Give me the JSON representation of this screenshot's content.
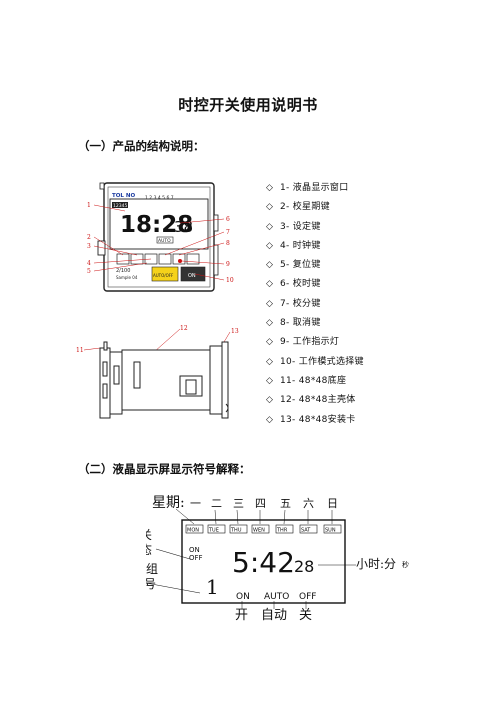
{
  "title": "时控开关使用说明书",
  "section1_heading": "（一）产品的结构说明：",
  "section2_heading": "（二）液晶显示屏显示符号解释：",
  "device": {
    "brand": "TOL NO",
    "lcd_top_label": "12345",
    "lcd_weekdays": "1 2 3 4 5 6 7",
    "lcd_time": "18:28",
    "lcd_seconds": "38",
    "lcd_auto": "AUTO",
    "buttons": [
      "",
      ""
    ],
    "bottom_left": "2/100",
    "bottom_small": "Sample 04",
    "mode_button": "AUTO/OFF",
    "right_button": "ON",
    "callouts_left": [
      "1",
      "2",
      "3",
      "4",
      "5"
    ],
    "callouts_right": [
      "6",
      "7",
      "8",
      "9",
      "10"
    ]
  },
  "side_view": {
    "labels": [
      "11",
      "12",
      "13"
    ]
  },
  "legend_marker": "◇",
  "legend": [
    "1- 液晶显示窗口",
    "2- 校星期键",
    "3- 设定键",
    "4- 时钟键",
    "5- 复位键",
    "6- 校时键",
    "7- 校分键",
    "8- 取消键",
    "9- 工作指示灯",
    "10- 工作模式选择键",
    "11- 48*48底座",
    "12- 48*48主壳体",
    "13- 48*48安装卡"
  ],
  "lcd_diagram": {
    "weekday_label": "星期:",
    "weekdays_cn": [
      "一",
      "二",
      "三",
      "四",
      "五",
      "六",
      "日"
    ],
    "weekdays_en": [
      "MON",
      "TUE",
      "THU",
      "WEN",
      "THR",
      "SAT",
      "SUN"
    ],
    "switch_state_label": [
      "开关",
      "标态"
    ],
    "on_text": "ON",
    "off_text": "OFF",
    "group_label": [
      "定时组",
      "编号"
    ],
    "group_number": "1",
    "time_main": "5:42",
    "time_seconds": "28",
    "right_label": "小时:分",
    "right_label_small": "秒",
    "bottom_states": [
      "ON",
      "AUTO",
      "OFF"
    ],
    "bottom_states_cn": [
      "开",
      "自动",
      "关"
    ]
  }
}
